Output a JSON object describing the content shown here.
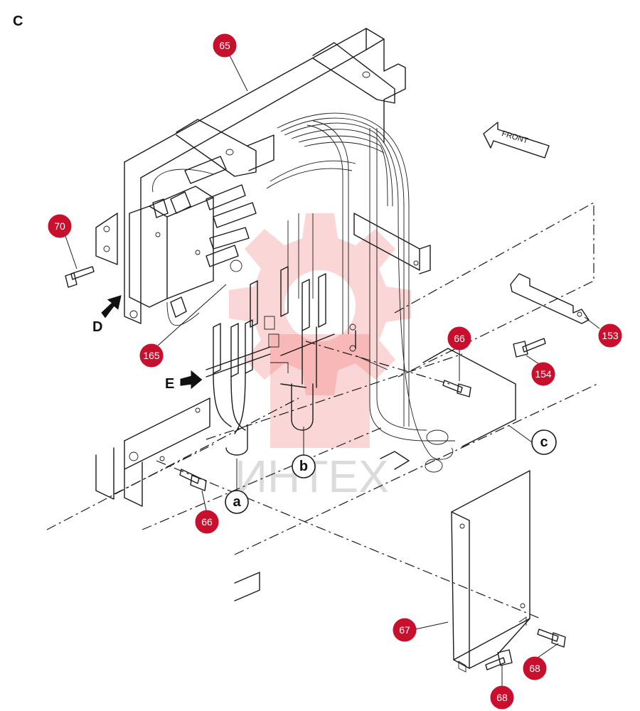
{
  "view_label": "C",
  "watermark": "ИНТЕХ",
  "direction_arrow": {
    "label": "FRONT"
  },
  "view_arrows": [
    {
      "id": "D",
      "label": "D"
    },
    {
      "id": "E",
      "label": "E"
    }
  ],
  "connection_refs": [
    {
      "id": "a",
      "label": "a"
    },
    {
      "id": "b",
      "label": "b"
    },
    {
      "id": "c",
      "label": "c"
    }
  ],
  "part_callouts": [
    {
      "id": "p65",
      "label": "65"
    },
    {
      "id": "p70",
      "label": "70"
    },
    {
      "id": "p165",
      "label": "165"
    },
    {
      "id": "p66a",
      "label": "66"
    },
    {
      "id": "p66b",
      "label": "66"
    },
    {
      "id": "p153",
      "label": "153"
    },
    {
      "id": "p154",
      "label": "154"
    },
    {
      "id": "p67",
      "label": "67"
    },
    {
      "id": "p68a",
      "label": "68"
    },
    {
      "id": "p68b",
      "label": "68"
    }
  ],
  "colors": {
    "callout": "#c8102e",
    "line": "#1a1a1a",
    "watermark": "#f06a6a"
  }
}
